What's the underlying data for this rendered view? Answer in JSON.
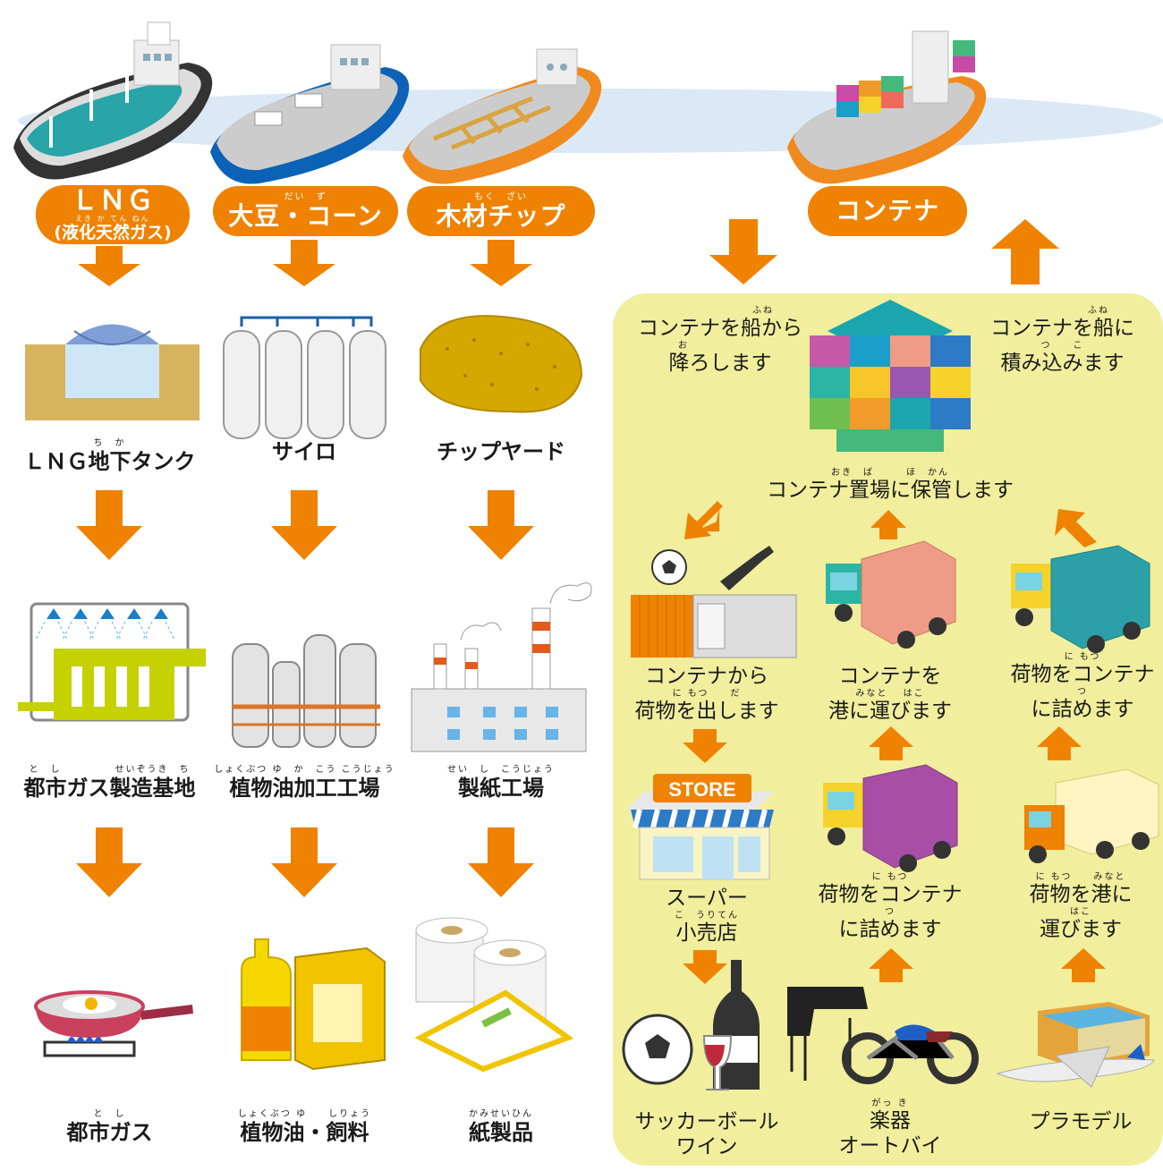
{
  "flows": {
    "lng": {
      "label": "ＬＮＧ",
      "sub": "(液化天然ガス)",
      "sub_ruby": "えき か てん ねん",
      "steps": [
        {
          "ruby": "ち　か",
          "label": "ＬＮＧ地下タンク"
        },
        {
          "ruby": "と　し　　　　　せいぞうき　ち",
          "label": "都市ガス製造基地"
        },
        {
          "ruby": "と　し",
          "label": "都市ガス"
        }
      ]
    },
    "soy": {
      "label": "大豆・コーン",
      "ruby": "だい　ず",
      "steps": [
        {
          "ruby": "",
          "label": "サイロ"
        },
        {
          "ruby": "しょくぶつ ゆ　か　こう こうじょう",
          "label": "植物油加工工場"
        },
        {
          "ruby": "しょくぶつ ゆ　　しりょう",
          "label": "植物油・飼料"
        }
      ]
    },
    "wood": {
      "label": "木材チップ",
      "ruby": "もく　ざい",
      "steps": [
        {
          "ruby": "",
          "label": "チップヤード"
        },
        {
          "ruby": "せい　し　こうじょう",
          "label": "製紙工場"
        },
        {
          "ruby": "かみせいひん",
          "label": "紙製品"
        }
      ]
    },
    "container": {
      "label": "コンテナ",
      "unload_ruby": "ふね",
      "unload_ruby2": "お",
      "unload_line1": "コンテナを船から",
      "unload_line2": "降ろします",
      "load_ruby": "ふね",
      "load_ruby2": "つ　　こ",
      "load_line1": "コンテナを船に",
      "load_line2": "積み込みます",
      "storage_ruby": "おき　ば　　　ほ　かん",
      "storage": "コンテナ置場に保管します",
      "import_steps": [
        {
          "line1": "コンテナから",
          "ruby": "に もつ　　だ",
          "line2": "荷物を出します"
        },
        {
          "line1": "スーパー",
          "ruby": "こ　うりてん",
          "line2": "小売店"
        },
        {
          "line1": "サッカーボール",
          "ruby": "",
          "line2": "ワイン"
        }
      ],
      "middle_steps": [
        {
          "line1": "コンテナを",
          "ruby": "みなと　 はこ",
          "line2": "港に運びます"
        },
        {
          "ruby1": "に もつ",
          "line1": "荷物をコンテナ",
          "ruby": "つ",
          "line2": "に詰めます"
        },
        {
          "ruby1": "がっ き",
          "line1": "楽器",
          "ruby": "",
          "line2": "オートバイ"
        }
      ],
      "export_steps": [
        {
          "ruby1": "に もつ",
          "line1": "荷物をコンテナ",
          "ruby": "つ",
          "line2": "に詰めます"
        },
        {
          "ruby1": "に もつ　　みなと",
          "line1": "荷物を港に",
          "ruby": "はこ",
          "line2": "運びます"
        },
        {
          "line1": "プラモデル",
          "ruby": "",
          "line2": ""
        }
      ],
      "store_sign": "STORE"
    }
  },
  "colors": {
    "accent": "#ef8200",
    "panel": "#f1ee9d"
  }
}
